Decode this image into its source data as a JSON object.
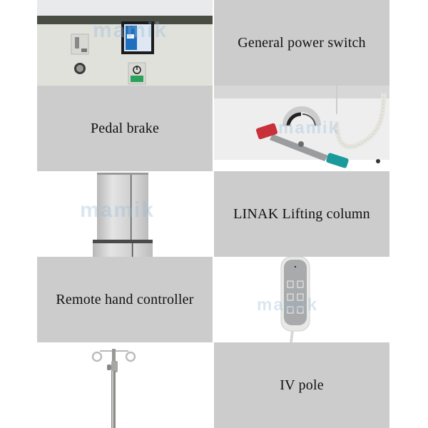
{
  "grid": {
    "columns": 2,
    "rows": 5,
    "label_background": "#cbcccb",
    "page_background": "#ffffff"
  },
  "cells": [
    {
      "position": "r0-left",
      "type": "photo",
      "subject": "general-power-switch-panel",
      "watermark": "mamik"
    },
    {
      "position": "r0-right",
      "type": "label",
      "text": "General power switch"
    },
    {
      "position": "r1-left",
      "type": "label",
      "text": "Pedal brake"
    },
    {
      "position": "r1-right",
      "type": "photo",
      "subject": "pedal-brake",
      "watermark": "mamik"
    },
    {
      "position": "r2-left",
      "type": "photo",
      "subject": "linak-lifting-column",
      "watermark": "mamik"
    },
    {
      "position": "r2-right",
      "type": "label",
      "text": "LINAK Lifting column"
    },
    {
      "position": "r3-left",
      "type": "label",
      "text": "Remote hand controller"
    },
    {
      "position": "r3-right",
      "type": "photo",
      "subject": "remote-hand-controller",
      "watermark": "mamik"
    },
    {
      "position": "r4-left",
      "type": "photo",
      "subject": "iv-pole"
    },
    {
      "position": "r4-right",
      "type": "label",
      "text": "IV pole"
    }
  ],
  "labels": {
    "power_switch": "General power switch",
    "pedal_brake": "Pedal brake",
    "lifting_column": "LINAK Lifting column",
    "hand_controller": "Remote hand controller",
    "iv_pole": "IV pole"
  },
  "watermark": "mamik",
  "colors": {
    "brake_red": "#c8303a",
    "brake_teal": "#1a9a9a",
    "switch_blue": "#1f6fc0",
    "battery_green": "#2aa35a",
    "panel_stripe": "#4a4d44"
  }
}
